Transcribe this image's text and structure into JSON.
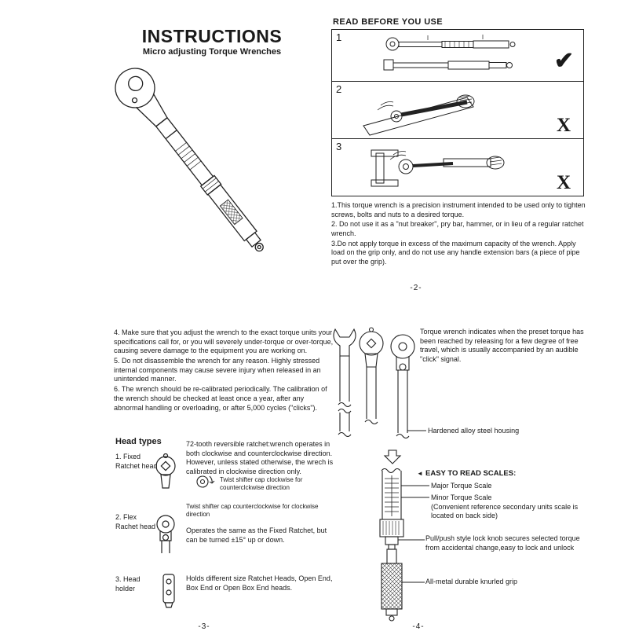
{
  "ink": "#1a1a1a",
  "icons": {
    "check": "✔",
    "cross": "X",
    "pointer_left": "◄"
  },
  "page1": {
    "title": "INSTRUCTIONS",
    "subtitle": "Micro adjusting Torque Wrenches"
  },
  "page2": {
    "heading": "READ BEFORE YOU USE",
    "panels": [
      {
        "number": "1",
        "mark": "✔"
      },
      {
        "number": "2",
        "mark": "X"
      },
      {
        "number": "3",
        "mark": "X"
      }
    ],
    "notes": [
      "1.This torque wrench is a precision instrument intended to be used only to tighten screws, bolts and nuts to a desired torque.",
      "2. Do not use it as a \"nut breaker\", pry bar, hammer, or in lieu of a regular ratchet wrench.",
      "3.Do not apply torque in excess of the maximum capacity of the wrench. Apply load on the grip only, and do not use any handle extension bars (a piece of pipe put over the grip)."
    ],
    "page_number": "-2-"
  },
  "page3": {
    "notes": [
      "4. Make sure that you adjust the wrench to the exact torque units your specifications call for, or you will severely under-torque or over-torque, causing severe damage to the equipment you are working on.",
      "5. Do not disassemble the wrench for any reason. Highly stressed internal components may cause severe injury when released in an unintended manner.",
      "6. The wrench should be re-calibrated periodically. The calibration of the wrench should be checked at least once a year, after any abnormal handling or overloading, or after 5,000 cycles (\"clicks\")."
    ],
    "head_types_heading": "Head types",
    "head_types": [
      {
        "label": "1. Fixed Ratchet head",
        "description": "72-tooth reversible ratchet:wrench operates in both clockwise and counterclockwise direction. However, unless stated otherwise, the wrech is calibrated in clockwise direction only.",
        "tips": [
          "Twist shifter cap clockwise for counterclckwise direction",
          "Twist shifter cap counterclockwise for clockwise direction"
        ]
      },
      {
        "label": "2. Flex Rachet head",
        "description": "Operates the same as the Fixed Ratchet, but can be turned ±15° up or down."
      },
      {
        "label": "3. Head holder",
        "description": "Holds different size Ratchet Heads, Open End, Box End or Open Box End heads."
      }
    ],
    "page_number": "-3-"
  },
  "page4": {
    "intro": "Torque wrench indicates when the preset torque has been reached by releasing for a few degree of free travel, which is usually accompanied by an audible \"click\" signal.",
    "labels": {
      "housing": "Hardened alloy steel housing",
      "scales_heading": "EASY TO READ SCALES:",
      "major": "Major Torque Scale",
      "minor": "Minor Torque Scale",
      "minor_note": "(Convenient reference secondary units scale is located on back side)",
      "lock_knob": "Pull/push style lock knob secures selected torque from accidental change,easy to lock and unlock",
      "grip": "All-metal durable knurled grip"
    },
    "page_number": "-4-"
  }
}
